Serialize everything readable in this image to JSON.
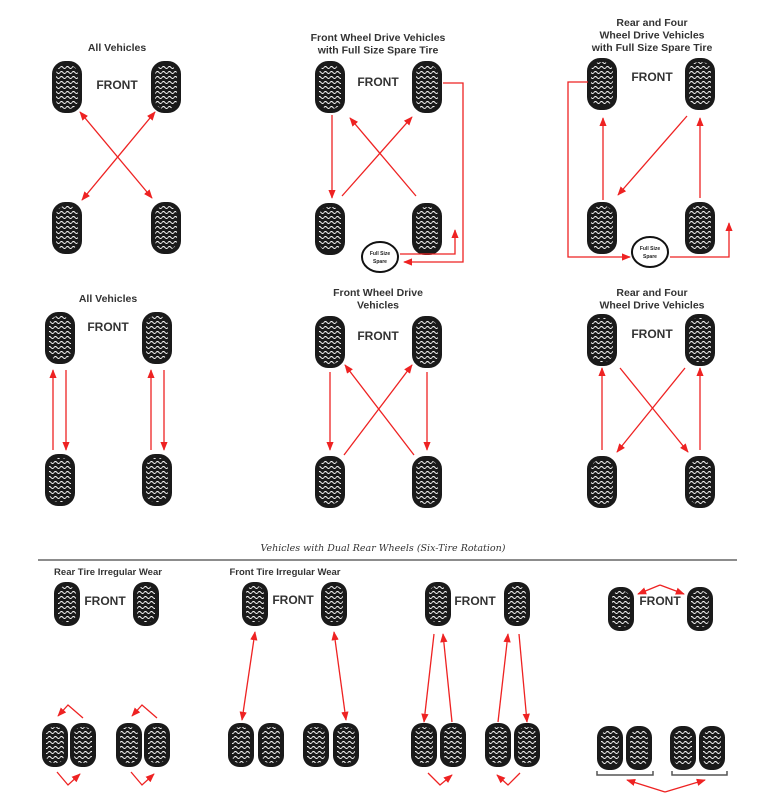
{
  "colors": {
    "arrow": "#ee2222",
    "tire": "#1a1a1a",
    "text": "#333333"
  },
  "panels": {
    "p1": {
      "title": [
        "All Vehicles"
      ],
      "front": "FRONT"
    },
    "p2": {
      "title": [
        "Front Wheel Drive Vehicles",
        "with Full Size Spare Tire"
      ],
      "front": "FRONT",
      "spare": [
        "Full Size",
        "Spare"
      ]
    },
    "p3": {
      "title": [
        "Rear and Four",
        "Wheel Drive Vehicles",
        "with Full Size Spare Tire"
      ],
      "front": "FRONT",
      "spare": [
        "Full Size",
        "Spare"
      ]
    },
    "p4": {
      "title": [
        "All Vehicles"
      ],
      "front": "FRONT"
    },
    "p5": {
      "title": [
        "Front Wheel Drive",
        "Vehicles"
      ],
      "front": "FRONT"
    },
    "p6": {
      "title": [
        "Rear and Four",
        "Wheel Drive Vehicles"
      ],
      "front": "FRONT"
    }
  },
  "dual": {
    "title": "Vehicles with Dual Rear Wheels (Six-Tire Rotation)",
    "groups": [
      {
        "subtitle": "Rear Tire Irregular Wear",
        "front": "FRONT"
      },
      {
        "subtitle": "Front Tire Irregular Wear",
        "front": "FRONT"
      },
      {
        "subtitle": "",
        "front": "FRONT"
      },
      {
        "subtitle": "",
        "front": "FRONT"
      }
    ]
  }
}
